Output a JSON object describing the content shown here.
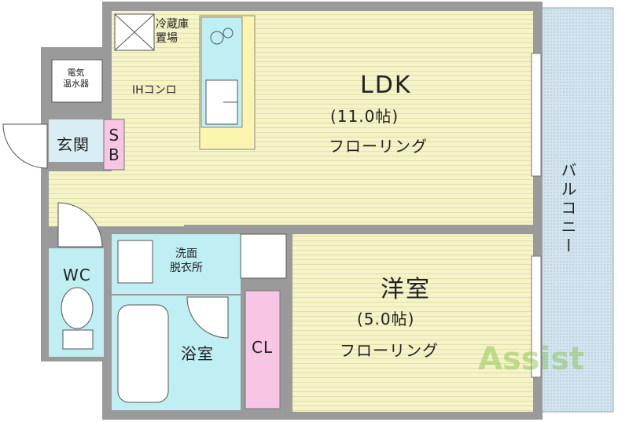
{
  "plan": {
    "ldk": {
      "name": "LDK",
      "size": "(11.0帖)",
      "floor": "フローリング"
    },
    "western_room": {
      "name": "洋室",
      "size": "(5.0帖)",
      "floor": "フローリング"
    },
    "balcony": "バルコニー",
    "fridge_space": "冷蔵庫\n置場",
    "ih_stove": "IHコンロ",
    "water_heater": "電気\n温水器",
    "entrance": "玄関",
    "shoe_box": "S\nB",
    "wc": "WC",
    "washroom": "洗面\n脱衣所",
    "bathroom": "浴室",
    "closet": "CL"
  },
  "watermark": {
    "text": "Assist",
    "color": "#7cc242"
  },
  "colors": {
    "wall": "#9a9a9a",
    "ldk_floor": "#f5f3c8",
    "wet_area": "#bfeff3",
    "closet_pink": "#f7c6e4",
    "balcony": "#c9dde9",
    "kitchen_yellow": "#fbf5b0"
  }
}
